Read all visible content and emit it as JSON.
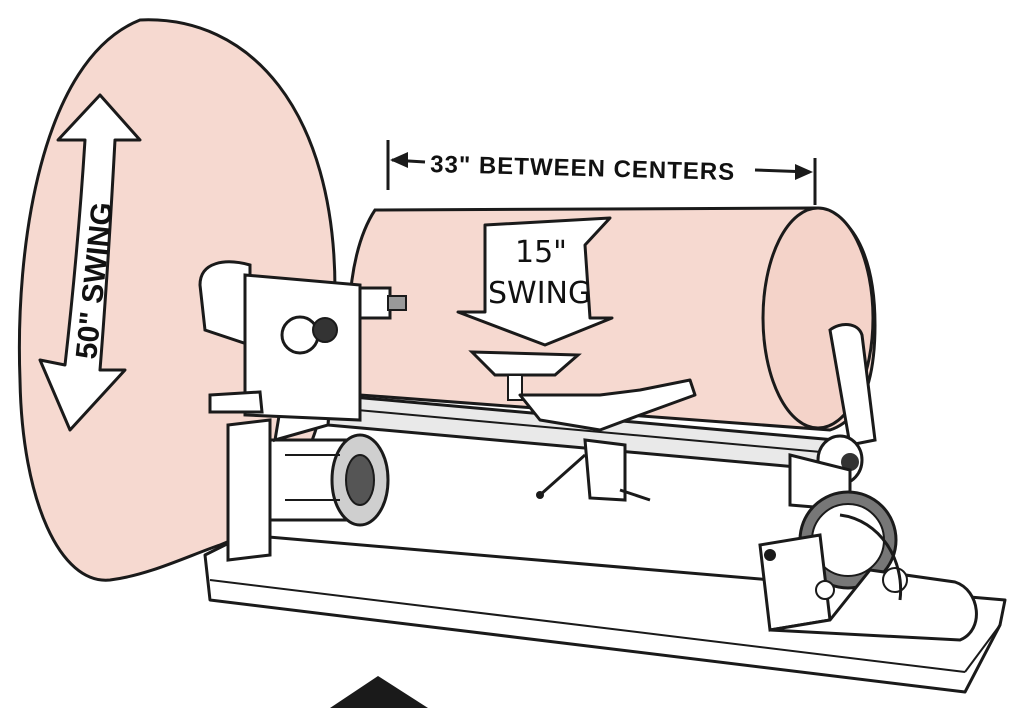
{
  "diagram": {
    "labels": {
      "between_centers": "33\" BETWEEN CENTERS",
      "large_swing": "50\" SWING",
      "small_swing_size": "15\"",
      "small_swing_word": "SWING"
    },
    "colors": {
      "swing_fill": "#f6d9d0",
      "ink": "#1a1a1a",
      "paper": "#ffffff",
      "metal": "#e9e9e9"
    },
    "icons": [
      "arrow-left-icon",
      "arrow-right-icon",
      "arrow-down-icon",
      "arrow-up-icon"
    ]
  }
}
